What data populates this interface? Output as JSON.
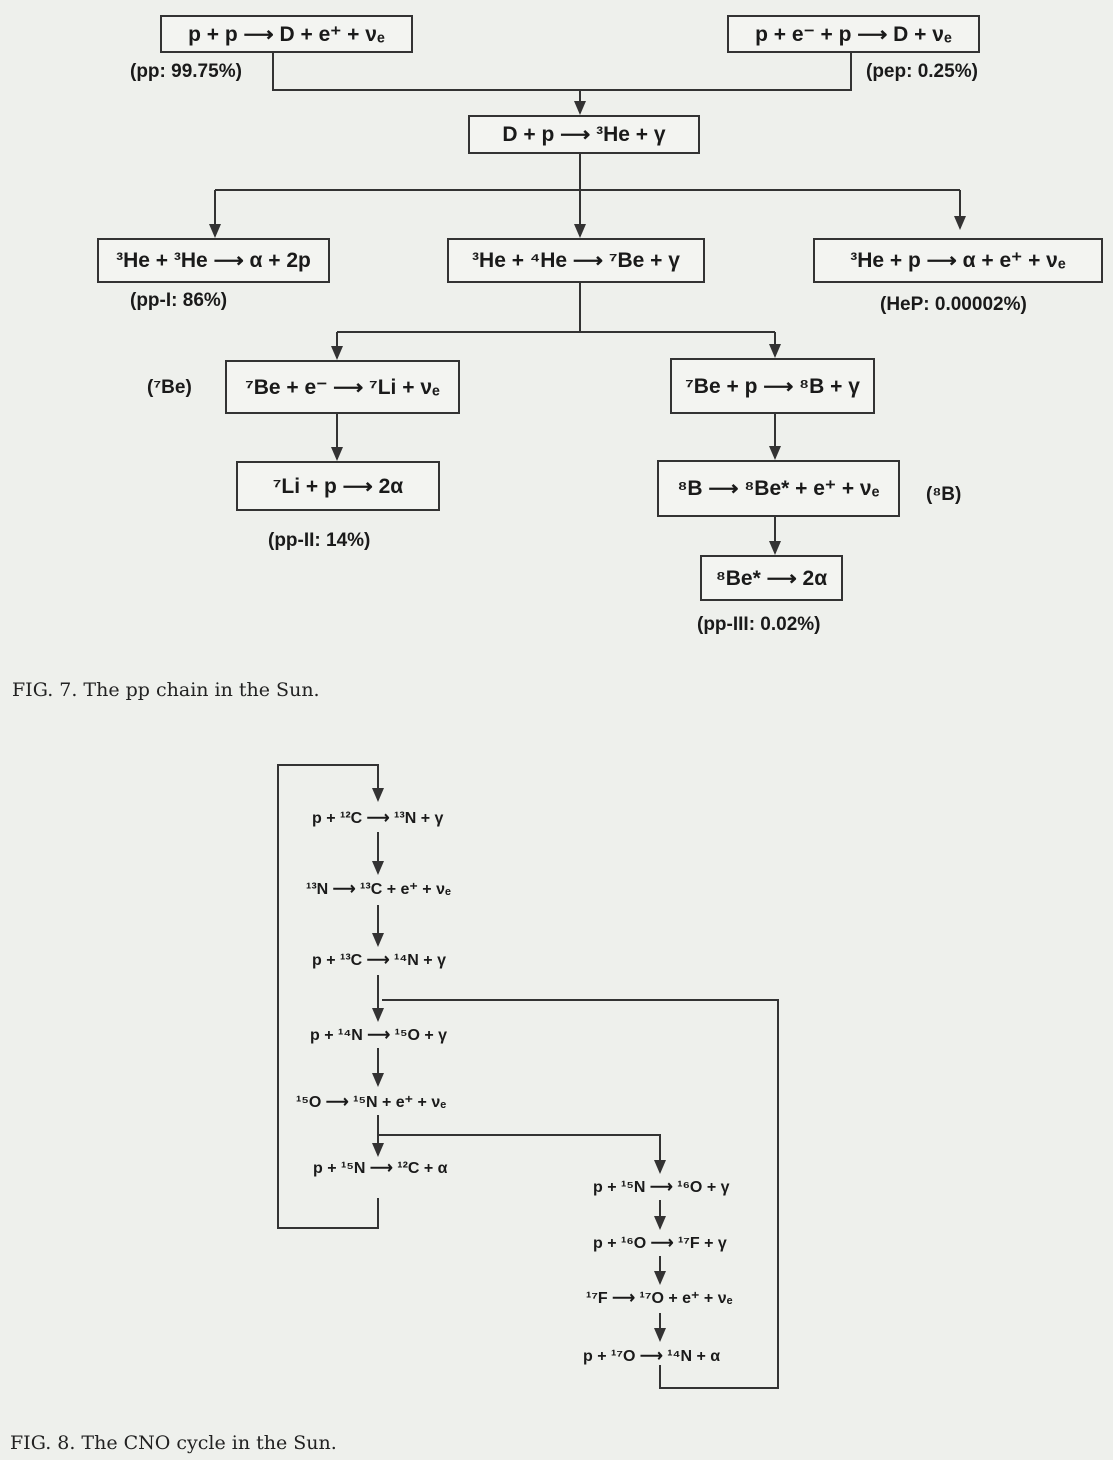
{
  "pp_chain": {
    "reactions": {
      "pp": "p + p ⟶ D + e⁺ + νₑ",
      "pep": "p + e⁻ + p ⟶ D + νₑ",
      "dp": "D + p ⟶ ³He + γ",
      "he3he3": "³He + ³He ⟶ α + 2p",
      "he3he4": "³He + ⁴He ⟶ ⁷Be + γ",
      "hep": "³He + p ⟶ α + e⁺ + νₑ",
      "be7e": "⁷Be + e⁻ ⟶ ⁷Li + νₑ",
      "be7p": "⁷Be + p ⟶ ⁸B + γ",
      "li7p": "⁷Li + p ⟶ 2α",
      "b8": "⁸B ⟶ ⁸Be* + e⁺ + νₑ",
      "be8": "⁸Be* ⟶ 2α"
    },
    "labels": {
      "pp": "(pp: 99.75%)",
      "pep": "(pep: 0.25%)",
      "pp1": "(pp-I: 86%)",
      "hep": "(HeP: 0.00002%)",
      "be7": "(⁷Be)",
      "pp2": "(pp-II: 14%)",
      "b8": "(⁸B)",
      "pp3": "(pp-III: 0.02%)"
    },
    "caption": "FIG. 7.  The pp chain in the Sun."
  },
  "cno_cycle": {
    "main": [
      "p + ¹²C ⟶ ¹³N + γ",
      "¹³N ⟶ ¹³C + e⁺ + νₑ",
      "p + ¹³C ⟶ ¹⁴N + γ",
      "p + ¹⁴N ⟶ ¹⁵O + γ",
      "¹⁵O ⟶ ¹⁵N + e⁺ + νₑ",
      "p + ¹⁵N ⟶ ¹²C + α"
    ],
    "branch": [
      "p + ¹⁵N ⟶ ¹⁶O + γ",
      "p + ¹⁶O ⟶ ¹⁷F + γ",
      "¹⁷F ⟶ ¹⁷O + e⁺ + νₑ",
      "p + ¹⁷O ⟶ ¹⁴N + α"
    ],
    "caption": "FIG. 8.  The CNO cycle in the Sun."
  }
}
